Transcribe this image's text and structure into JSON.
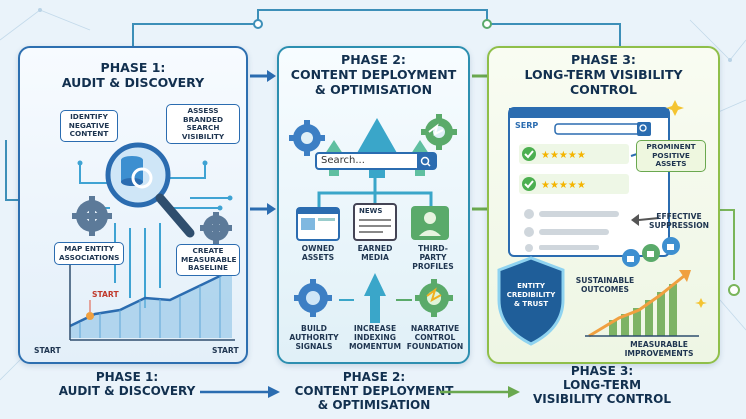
{
  "phase1": {
    "title": "PHASE 1:\nAUDIT & DISCOVERY",
    "callouts": {
      "identify": "IDENTIFY\nNEGATIVE\nCONTENT",
      "assess": "ASSESS\nBRANDED SEARCH\nVISIBILITY",
      "map": "MAP ENTITY\nASSOCIATIONS",
      "baseline": "CREATE\nMEASURABLE\nBASELINE"
    },
    "chart_labels": {
      "start_top": "START",
      "start_left": "START",
      "start_right": "START"
    }
  },
  "phase2": {
    "title": "PHASE 2:\nCONTENT DEPLOYMENT\n& OPTIMISATION",
    "search_placeholder": "Search...",
    "news_label": "NEWS",
    "assets": [
      "OWNED\nASSETS",
      "EARNED\nMEDIA",
      "THIRD-PARTY\nPROFILES"
    ],
    "outcomes": [
      "BUILD\nAUTHORITY\nSIGNALS",
      "INCREASE\nINDEXING\nMOMENTUM",
      "NARRATIVE\nCONTROL\nFOUNDATION"
    ]
  },
  "phase3": {
    "title": "PHASE 3:\nLONG-TERM VISIBILITY\nCONTROL",
    "serp_label": "SERP",
    "prominent": "PROMINENT\nPOSITIVE\nASSETS",
    "suppression": "EFFECTIVE\nSUPPRESSION",
    "shield": "ENTITY\nCREDIBILITY\n& TRUST",
    "sustainable": "SUSTAINABLE\nOUTCOMES",
    "improvements": "MEASURABLE\nIMPROVEMENTS"
  },
  "bottom": {
    "phase1": "PHASE 1:\nAUDIT & DISCOVERY",
    "phase2": "PHASE 2:\nCONTENT DEPLOYMENT\n& OPTIMISATION",
    "phase3": "PHASE 3:\nLONG-TERM\nVISIBILITY CONTROL"
  },
  "colors": {
    "blue": "#2b6cb0",
    "teal": "#2a9bb8",
    "green": "#6aa84f",
    "navy": "#12304f"
  }
}
